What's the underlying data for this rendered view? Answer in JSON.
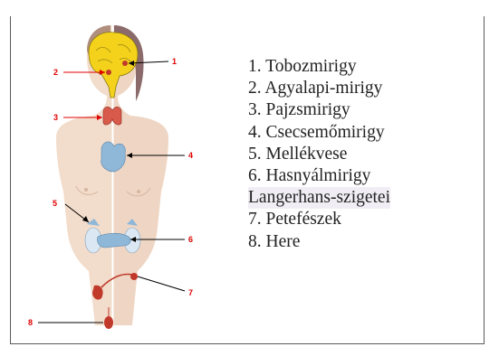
{
  "diagram": {
    "callout_numbers": [
      "1",
      "2",
      "3",
      "4",
      "5",
      "6",
      "7",
      "8"
    ],
    "legend": [
      "1. Tobozmirigy",
      "2. Agyalapi-mirigy",
      "3. Pajzsmirigy",
      "4. Csecsemőmirigy",
      "5. Mellékvese",
      "6. Hasnyálmirigy",
      "Langerhans-szigetei",
      "7. Petefészek",
      "8. Here"
    ]
  },
  "colors": {
    "skin": "#f2dccb",
    "skin_shadow": "#e2bfa6",
    "hair": "#8a6a6a",
    "brain": "#f4d21c",
    "thyroid": "#d85a4a",
    "thymus": "#8fb7d8",
    "kidney": "#cfe0ef",
    "callout_number": "#e00000"
  }
}
